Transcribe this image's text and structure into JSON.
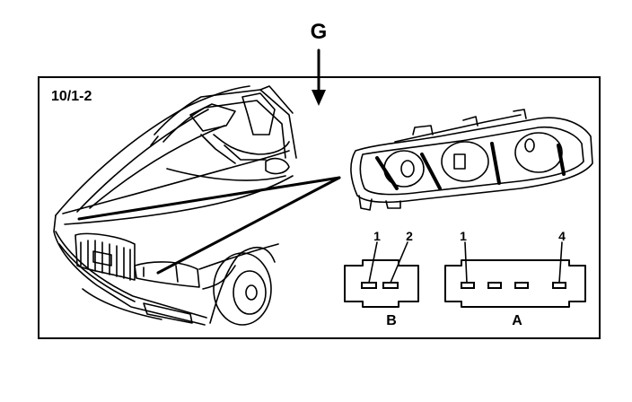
{
  "view_marker": "G",
  "reference_code": "10/1-2",
  "connector_b": {
    "letter": "B",
    "pins": [
      "1",
      "2"
    ]
  },
  "connector_a": {
    "letter": "A",
    "pins": [
      "1",
      "4"
    ]
  },
  "colors": {
    "ink": "#000000",
    "background": "#ffffff"
  }
}
